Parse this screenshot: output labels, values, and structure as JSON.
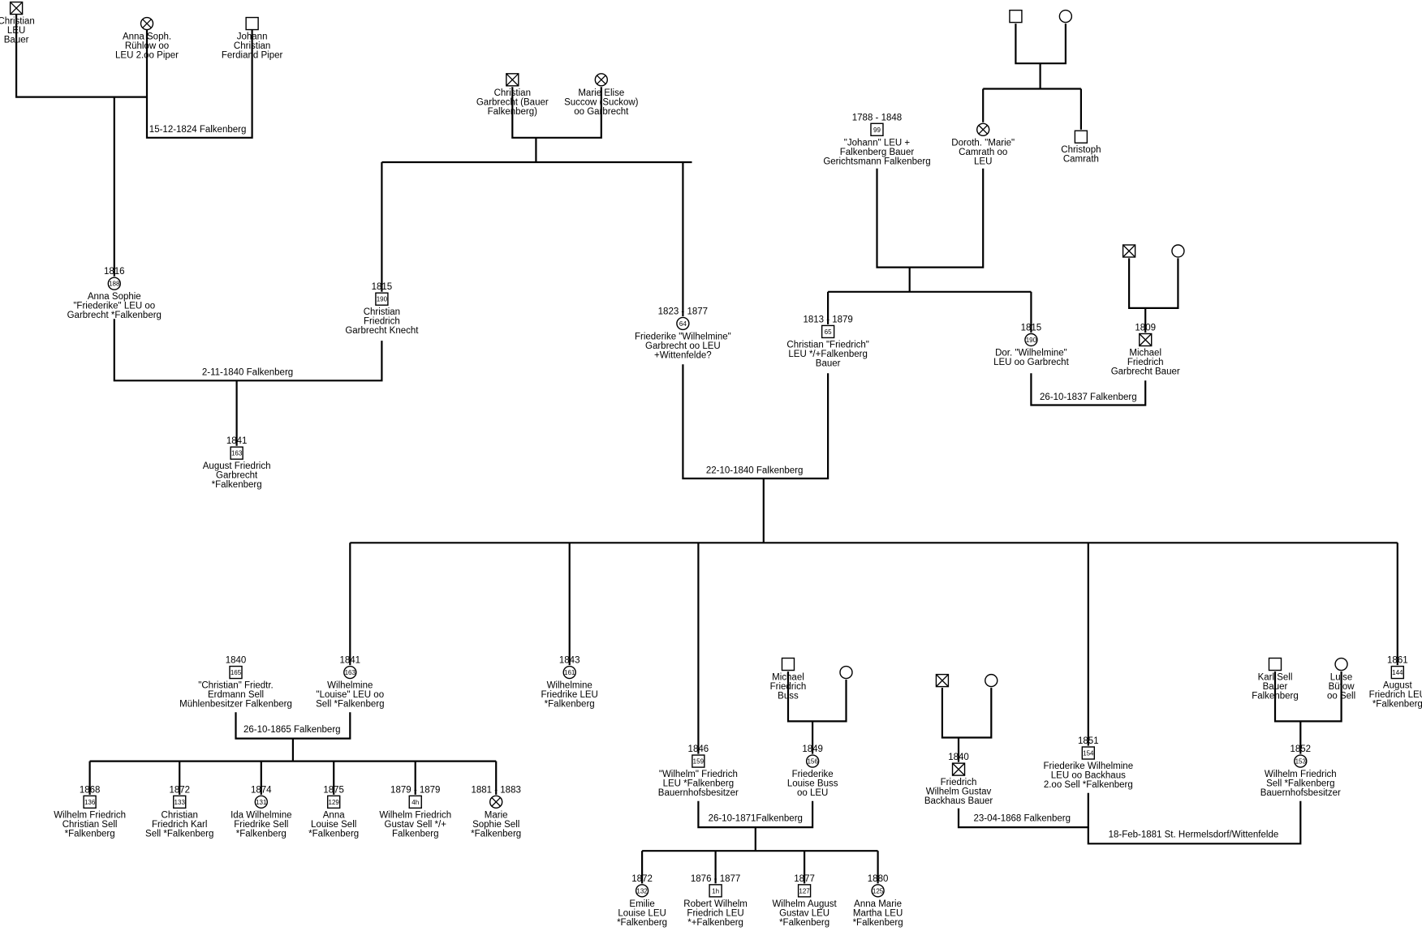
{
  "people": [
    {
      "key": "p1",
      "sex": "M",
      "deceased": true,
      "id": "",
      "dates": "",
      "lines": [
        "Christian",
        "LEU",
        "Bauer"
      ]
    },
    {
      "key": "p2",
      "sex": "F",
      "deceased": true,
      "id": "",
      "dates": "",
      "lines": [
        "Anna Soph.",
        "Rühlow oo",
        "LEU 2.oo Piper"
      ]
    },
    {
      "key": "p3",
      "sex": "M",
      "deceased": false,
      "id": "",
      "dates": "",
      "lines": [
        "Johann",
        "Christian",
        "Ferdiand Piper"
      ]
    },
    {
      "key": "p4",
      "sex": "M",
      "deceased": true,
      "id": "",
      "dates": "",
      "lines": [
        "Christian",
        "Garbrecht (Bauer",
        "Falkenberg)"
      ]
    },
    {
      "key": "p5",
      "sex": "F",
      "deceased": true,
      "id": "",
      "dates": "",
      "lines": [
        "Marie Elise",
        "Succow (Suckow)",
        "oo Garbrecht"
      ]
    },
    {
      "key": "p6",
      "sex": "M",
      "deceased": false,
      "id": "",
      "dates": "",
      "lines": []
    },
    {
      "key": "p7",
      "sex": "F",
      "deceased": false,
      "id": "",
      "dates": "",
      "lines": []
    },
    {
      "key": "p8",
      "sex": "M",
      "deceased": false,
      "id": "99",
      "dates": "1788 - 1848",
      "lines": [
        "\"Johann\" LEU +",
        "Falkenberg Bauer",
        "Gerichtsmann Falkenberg"
      ]
    },
    {
      "key": "p9",
      "sex": "F",
      "deceased": true,
      "id": "",
      "dates": "",
      "lines": [
        "Doroth. \"Marie\"",
        "Camrath oo",
        "LEU"
      ]
    },
    {
      "key": "p10",
      "sex": "M",
      "deceased": false,
      "id": "",
      "dates": "",
      "lines": [
        "Christoph",
        "Camrath"
      ]
    },
    {
      "key": "p11",
      "sex": "F",
      "deceased": false,
      "id": "188",
      "dates": "1816",
      "lines": [
        "Anna Sophie",
        "\"Friederike\" LEU oo",
        "Garbrecht *Falkenberg"
      ]
    },
    {
      "key": "p12",
      "sex": "M",
      "deceased": false,
      "id": "190",
      "dates": "1815",
      "lines": [
        "Christian",
        "Friedrich",
        "Garbrecht Knecht"
      ]
    },
    {
      "key": "p13",
      "sex": "F",
      "deceased": false,
      "id": "64",
      "dates": "1823 - 1877",
      "lines": [
        "Friederike \"Wilhelmine\"",
        "Garbrecht oo LEU",
        "+Wittenfelde?"
      ]
    },
    {
      "key": "p14",
      "sex": "M",
      "deceased": false,
      "id": "65",
      "dates": "1813 - 1879",
      "lines": [
        "Christian \"Friedrich\"",
        "LEU  */+Falkenberg",
        "Bauer"
      ]
    },
    {
      "key": "p15",
      "sex": "F",
      "deceased": false,
      "id": "190",
      "dates": "1815",
      "lines": [
        "Dor. \"Wilhelmine\"",
        "LEU oo Garbrecht"
      ]
    },
    {
      "key": "p16",
      "sex": "M",
      "deceased": true,
      "id": "",
      "dates": "",
      "lines": []
    },
    {
      "key": "p17",
      "sex": "F",
      "deceased": false,
      "id": "",
      "dates": "",
      "lines": []
    },
    {
      "key": "p18",
      "sex": "M",
      "deceased": true,
      "id": "",
      "dates": "1809",
      "lines": [
        "Michael",
        "Friedrich",
        "Garbrecht Bauer"
      ]
    },
    {
      "key": "p19",
      "sex": "M",
      "deceased": false,
      "id": "163",
      "dates": "1841",
      "lines": [
        "August Friedrich",
        "Garbrecht",
        "*Falkenberg"
      ]
    },
    {
      "key": "p20",
      "sex": "M",
      "deceased": false,
      "id": "165",
      "dates": "1840",
      "lines": [
        "\"Christian\" Friedtr.",
        "Erdmann Sell",
        "Mühlenbesitzer Falkenberg"
      ]
    },
    {
      "key": "p21",
      "sex": "F",
      "deceased": false,
      "id": "163",
      "dates": "1841",
      "lines": [
        "Wilhelmine",
        "\"Louise\" LEU oo",
        "Sell *Falkenberg"
      ]
    },
    {
      "key": "p22",
      "sex": "F",
      "deceased": false,
      "id": "161",
      "dates": "1843",
      "lines": [
        "Wilhelmine",
        "Friedrike LEU",
        "*Falkenberg"
      ]
    },
    {
      "key": "p23",
      "sex": "M",
      "deceased": false,
      "id": "",
      "dates": "",
      "lines": [
        "Michael",
        "Friedrich",
        "Buss"
      ]
    },
    {
      "key": "p24",
      "sex": "F",
      "deceased": false,
      "id": "",
      "dates": "",
      "lines": []
    },
    {
      "key": "p25",
      "sex": "M",
      "deceased": true,
      "id": "",
      "dates": "",
      "lines": []
    },
    {
      "key": "p26",
      "sex": "F",
      "deceased": false,
      "id": "",
      "dates": "",
      "lines": []
    },
    {
      "key": "p27",
      "sex": "M",
      "deceased": false,
      "id": "",
      "dates": "",
      "lines": [
        "Karl Sell",
        "Bauer",
        "Falkenberg"
      ]
    },
    {
      "key": "p28",
      "sex": "F",
      "deceased": false,
      "id": "",
      "dates": "",
      "lines": [
        "Luise",
        "Bütow",
        "oo Sell"
      ]
    },
    {
      "key": "p29",
      "sex": "M",
      "deceased": false,
      "id": "144",
      "dates": "1861",
      "lines": [
        "August",
        "Friedrich LEU",
        "*Falkenberg"
      ]
    },
    {
      "key": "p30",
      "sex": "M",
      "deceased": false,
      "id": "159",
      "dates": "1846",
      "lines": [
        "\"Wilhelm\" Friedrich",
        "LEU *Falkenberg",
        "Bauernhofsbesitzer"
      ]
    },
    {
      "key": "p31",
      "sex": "F",
      "deceased": false,
      "id": "156",
      "dates": "1849",
      "lines": [
        "Friederike",
        "Louise  Buss",
        "oo LEU"
      ]
    },
    {
      "key": "p32",
      "sex": "M",
      "deceased": true,
      "id": "",
      "dates": "1840",
      "lines": [
        "Friedrich",
        "Wilhelm Gustav",
        "Backhaus Bauer"
      ]
    },
    {
      "key": "p33",
      "sex": "M",
      "deceased": false,
      "id": "154",
      "dates": "1851",
      "lines": [
        "Friederike Wilhelmine",
        "LEU oo Backhaus",
        "2.oo Sell *Falkenberg"
      ]
    },
    {
      "key": "p34",
      "sex": "F",
      "deceased": false,
      "id": "153",
      "dates": "1852",
      "lines": [
        "Wilhelm Friedrich",
        "Sell *Falkenberg",
        "Bauernhofsbesitzer"
      ]
    },
    {
      "key": "p35",
      "sex": "M",
      "deceased": false,
      "id": "136",
      "dates": "1868",
      "lines": [
        "Wilhelm Friedrich",
        "Christian Sell",
        "*Falkenberg"
      ]
    },
    {
      "key": "p36",
      "sex": "M",
      "deceased": false,
      "id": "133",
      "dates": "1872",
      "lines": [
        "Christian",
        "Friedrich Karl",
        "Sell *Falkenberg"
      ]
    },
    {
      "key": "p37",
      "sex": "F",
      "deceased": false,
      "id": "131",
      "dates": "1874",
      "lines": [
        "Ida Wilhelmine",
        "Friedrike Sell",
        "*Falkenberg"
      ]
    },
    {
      "key": "p38",
      "sex": "M",
      "deceased": false,
      "id": "129",
      "dates": "1875",
      "lines": [
        "Anna",
        "Louise Sell",
        "*Falkenberg"
      ]
    },
    {
      "key": "p39",
      "sex": "M",
      "deceased": false,
      "id": "4h",
      "dates": "1879 - 1879",
      "lines": [
        "Wilhelm Friedrich",
        "Gustav Sell */+",
        "Falkenberg"
      ]
    },
    {
      "key": "p40",
      "sex": "F",
      "deceased": true,
      "id": "",
      "dates": "1881 - 1883",
      "lines": [
        "Marie",
        "Sophie Sell",
        "*Falkenberg"
      ]
    },
    {
      "key": "p41",
      "sex": "F",
      "deceased": false,
      "id": "132",
      "dates": "1872",
      "lines": [
        "Emilie",
        "Louise LEU",
        "*Falkenberg"
      ]
    },
    {
      "key": "p42",
      "sex": "M",
      "deceased": false,
      "id": "1h",
      "dates": "1876 - 1877",
      "lines": [
        "Robert Wilhelm",
        "Friedrich LEU",
        "*+Falkenberg"
      ]
    },
    {
      "key": "p43",
      "sex": "M",
      "deceased": false,
      "id": "127",
      "dates": "1877",
      "lines": [
        "Wilhelm August",
        "Gustav LEU",
        "*Falkenberg"
      ]
    },
    {
      "key": "p44",
      "sex": "F",
      "deceased": false,
      "id": "125",
      "dates": "1880",
      "lines": [
        "Anna Marie",
        "Martha LEU",
        "*Falkenberg"
      ]
    }
  ],
  "marriages": [
    {
      "key": "m1",
      "label": "15-12-1824 Falkenberg"
    },
    {
      "key": "m2",
      "label": "2-11-1840 Falkenberg"
    },
    {
      "key": "m3",
      "label": "22-10-1840 Falkenberg"
    },
    {
      "key": "m4",
      "label": "26-10-1837 Falkenberg"
    },
    {
      "key": "m5",
      "label": "26-10-1865 Falkenberg"
    },
    {
      "key": "m6",
      "label": "26-10-1871Falkenberg"
    },
    {
      "key": "m7",
      "label": "23-04-1868 Falkenberg"
    },
    {
      "key": "m8",
      "label": "18-Feb-1881 St. Hermelsdorf/Wittenfelde"
    }
  ]
}
